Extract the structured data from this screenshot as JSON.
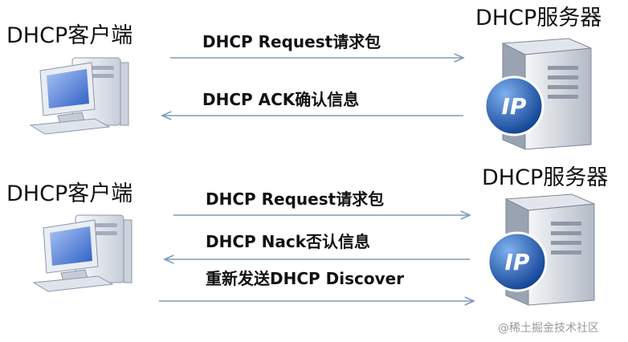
{
  "scenario_ack": {
    "client_label": "DHCP客户端",
    "server_label": "DHCP服务器",
    "request_label": "DHCP Request请求包",
    "ack_label": "DHCP ACK确认信息"
  },
  "scenario_nack": {
    "client_label": "DHCP客户端",
    "server_label": "DHCP服务器",
    "request_label": "DHCP Request请求包",
    "nack_label": "DHCP Nack否认信息",
    "rediscover_label": "重新发送DHCP Discover"
  },
  "server_badge": "IP",
  "watermark": "@稀土掘金技术社区",
  "colors": {
    "arrow": "#7f9cb8",
    "screen": "#3f6fd0",
    "badge": "#1459b5"
  }
}
